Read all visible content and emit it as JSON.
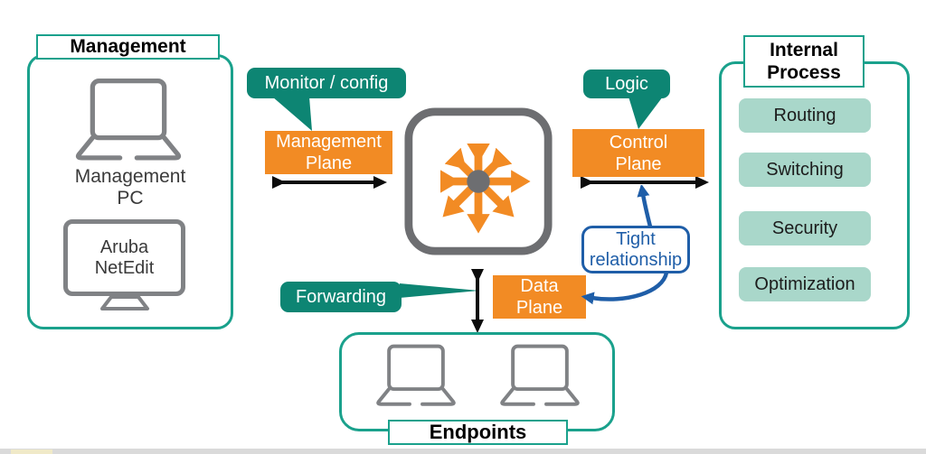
{
  "colors": {
    "teal_callout": "#0D8573",
    "teal_border": "#1AA18C",
    "mint": "#A9D7CA",
    "orange": "#F28B24",
    "blue": "#1F5EA8",
    "icon_gray": "#808285",
    "switch_gray": "#6D6E71"
  },
  "management": {
    "title": "Management",
    "pc_label": "Management\nPC",
    "netedit_label": "Aruba\nNetEdit"
  },
  "callouts": {
    "monitor_config": "Monitor / config",
    "logic": "Logic",
    "forwarding": "Forwarding"
  },
  "planes": {
    "management": "Management\nPlane",
    "control": "Control\nPlane",
    "data": "Data\nPlane"
  },
  "relationship": {
    "label": "Tight\nrelationship"
  },
  "internal_process": {
    "title": "Internal\nProcess",
    "items": [
      "Routing",
      "Switching",
      "Security",
      "Optimization"
    ]
  },
  "endpoints": {
    "title": "Endpoints"
  }
}
